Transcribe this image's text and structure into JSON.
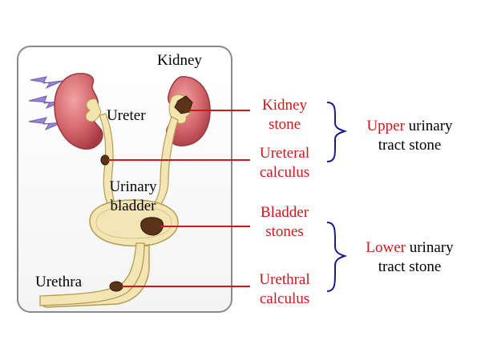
{
  "labels": {
    "kidney": "Kidney",
    "ureter": "Ureter",
    "urinary_bladder_line1": "Urinary",
    "urinary_bladder_line2": "bladder",
    "urethra": "Urethra"
  },
  "stones": {
    "kidney_stone_line1": "Kidney",
    "kidney_stone_line2": "stone",
    "ureteral_line1": "Ureteral",
    "ureteral_line2": "calculus",
    "bladder_line1": "Bladder",
    "bladder_line2": "stones",
    "urethral_line1": "Urethral",
    "urethral_line2": "calculus"
  },
  "groups": {
    "upper_word": "Upper",
    "upper_rest": " urinary",
    "upper_line2": "tract stone",
    "lower_word": "Lower",
    "lower_rest": " urinary",
    "lower_line2": "tract stone"
  },
  "colors": {
    "accent_red": "#d01818",
    "bracket_blue": "#1a1a8c",
    "kidney_red": "#c8545a",
    "tube_tan": "#f3e6b4",
    "stone_brown": "#5a3418",
    "pain_purple": "#9a84d6"
  }
}
